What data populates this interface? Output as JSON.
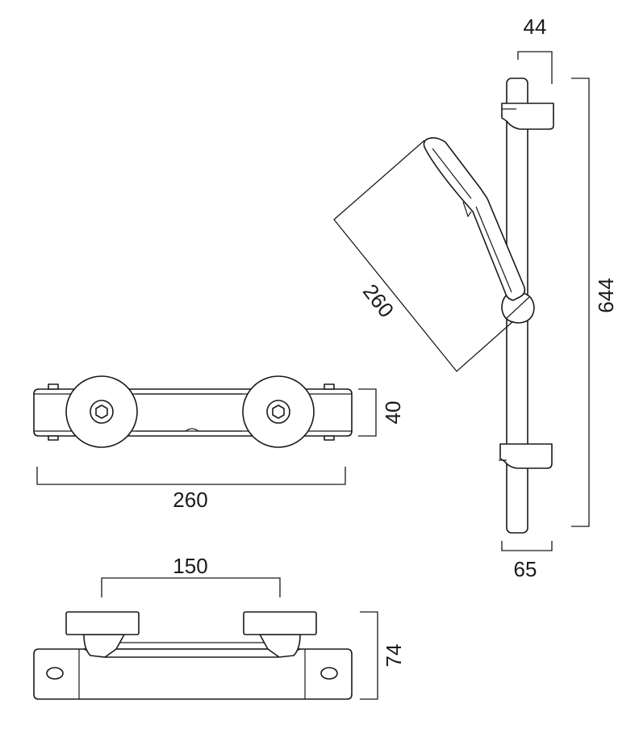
{
  "dimensions": {
    "rail_top_width": "44",
    "rail_height": "644",
    "rail_bottom_width": "65",
    "handshower_length": "260",
    "body_height": "40",
    "body_width": "260",
    "inlet_spacing": "150",
    "body_depth": "74"
  },
  "colors": {
    "line": "#1a1a1a",
    "background": "#ffffff"
  }
}
